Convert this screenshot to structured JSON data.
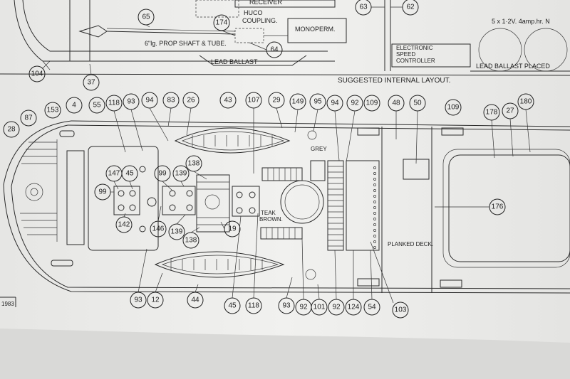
{
  "labels": {
    "receiver": "RECEIVER",
    "huco_coupling": "HUCO\nCOUPLING.",
    "monoperm": "MONOPERM.",
    "prop_shaft": "6\"lg. PROP SHAFT & TUBE.",
    "lead_ballast": "LEAD BALLAST",
    "esc": "ELECTRONIC\nSPEED\nCONTROLLER",
    "battery": "5 x 1·2V. 4amp.hr. N",
    "lead_ballast_placed": "LEAD BALLAST PLACED",
    "layout_title": "SUGGESTED INTERNAL LAYOUT.",
    "grey": "GREY",
    "teak_brown": "TEAK\nBROWN.",
    "planked_deck": "PLANKED DECK.",
    "year": "1983"
  },
  "callouts": [
    "65",
    "174",
    "64",
    "63",
    "62",
    "104",
    "37",
    "153",
    "87",
    "28",
    "4",
    "55",
    "118",
    "93",
    "94",
    "83",
    "26",
    "43",
    "107",
    "29",
    "149",
    "95",
    "94",
    "92",
    "109",
    "48",
    "50",
    "109",
    "178",
    "27",
    "180",
    "147",
    "45",
    "99",
    "99",
    "139",
    "138",
    "142",
    "146",
    "139",
    "138",
    "19",
    "176",
    "93",
    "12",
    "44",
    "45",
    "118",
    "93",
    "92",
    "101",
    "92",
    "124",
    "54",
    "103"
  ]
}
